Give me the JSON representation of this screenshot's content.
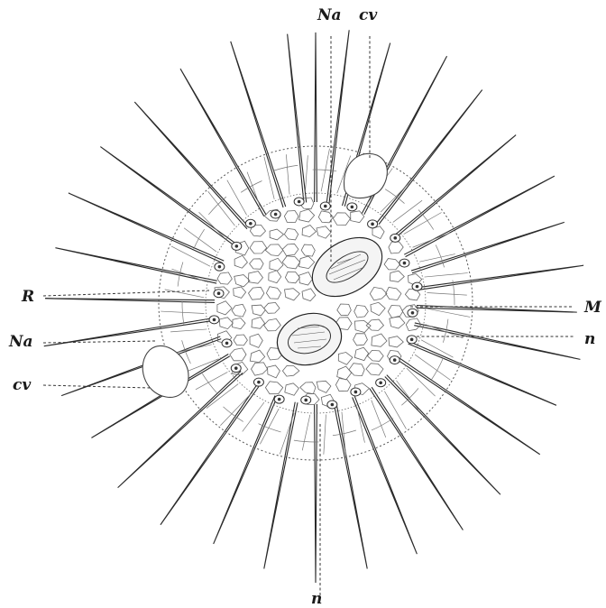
{
  "figure": {
    "labels": {
      "top_na": "Na",
      "top_cv": "cv",
      "left_r": "R",
      "left_na": "Na",
      "left_cv": "cv",
      "right_m": "M",
      "right_n": "n",
      "bottom_n": "n"
    }
  }
}
